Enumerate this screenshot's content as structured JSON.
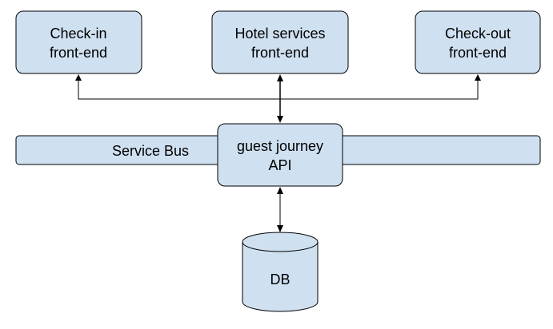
{
  "diagram": {
    "nodes": {
      "checkin": {
        "line1": "Check-in",
        "line2": "front-end"
      },
      "hotel": {
        "line1": "Hotel services",
        "line2": "front-end"
      },
      "checkout": {
        "line1": "Check-out",
        "line2": "front-end"
      },
      "bus": {
        "label": "Service Bus"
      },
      "api": {
        "line1": "guest journey",
        "line2": "API"
      },
      "db": {
        "label": "DB"
      }
    },
    "edges": [
      {
        "from": "api",
        "to": "checkin",
        "direction": "to-target"
      },
      {
        "from": "api",
        "to": "hotel",
        "direction": "both"
      },
      {
        "from": "api",
        "to": "checkout",
        "direction": "to-target"
      },
      {
        "from": "api",
        "to": "db",
        "direction": "both"
      }
    ],
    "colors": {
      "fill": "#cfe0f1",
      "stroke": "#000000"
    }
  }
}
